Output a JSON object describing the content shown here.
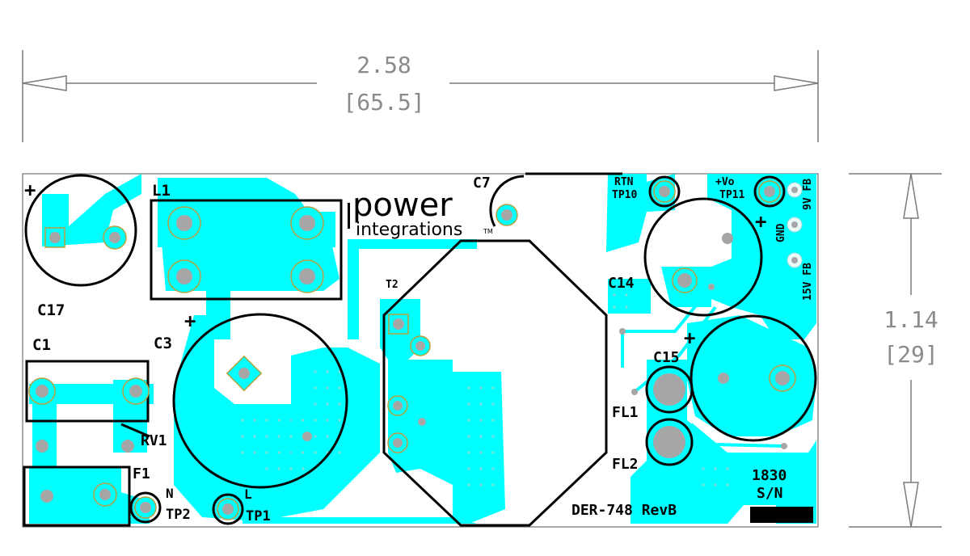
{
  "dimensions": {
    "width_in": "2.58",
    "width_mm": "[65.5]",
    "height_in": "1.14",
    "height_mm": "[29]"
  },
  "brand": {
    "line1": "power",
    "line2": "integrations",
    "tm": "TM"
  },
  "labels": {
    "L1": "L1",
    "C17": "C17",
    "C1": "C1",
    "C3": "C3",
    "RV1": "RV1",
    "F1": "F1",
    "N": "N",
    "TP2": "TP2",
    "L": "L",
    "TP1": "TP1",
    "T2": "T2",
    "C7": "C7",
    "RTN": "RTN",
    "TP10": "TP10",
    "Vo": "+Vo",
    "TP11": "TP11",
    "C14": "C14",
    "C15": "C15",
    "FL1": "FL1",
    "FL2": "FL2",
    "GND": "GND",
    "FB9": "9V FB",
    "FB15": "15V FB",
    "serial_num": "1830",
    "sn": "S/N",
    "board": "DER-748 RevB",
    "plus": "+"
  }
}
